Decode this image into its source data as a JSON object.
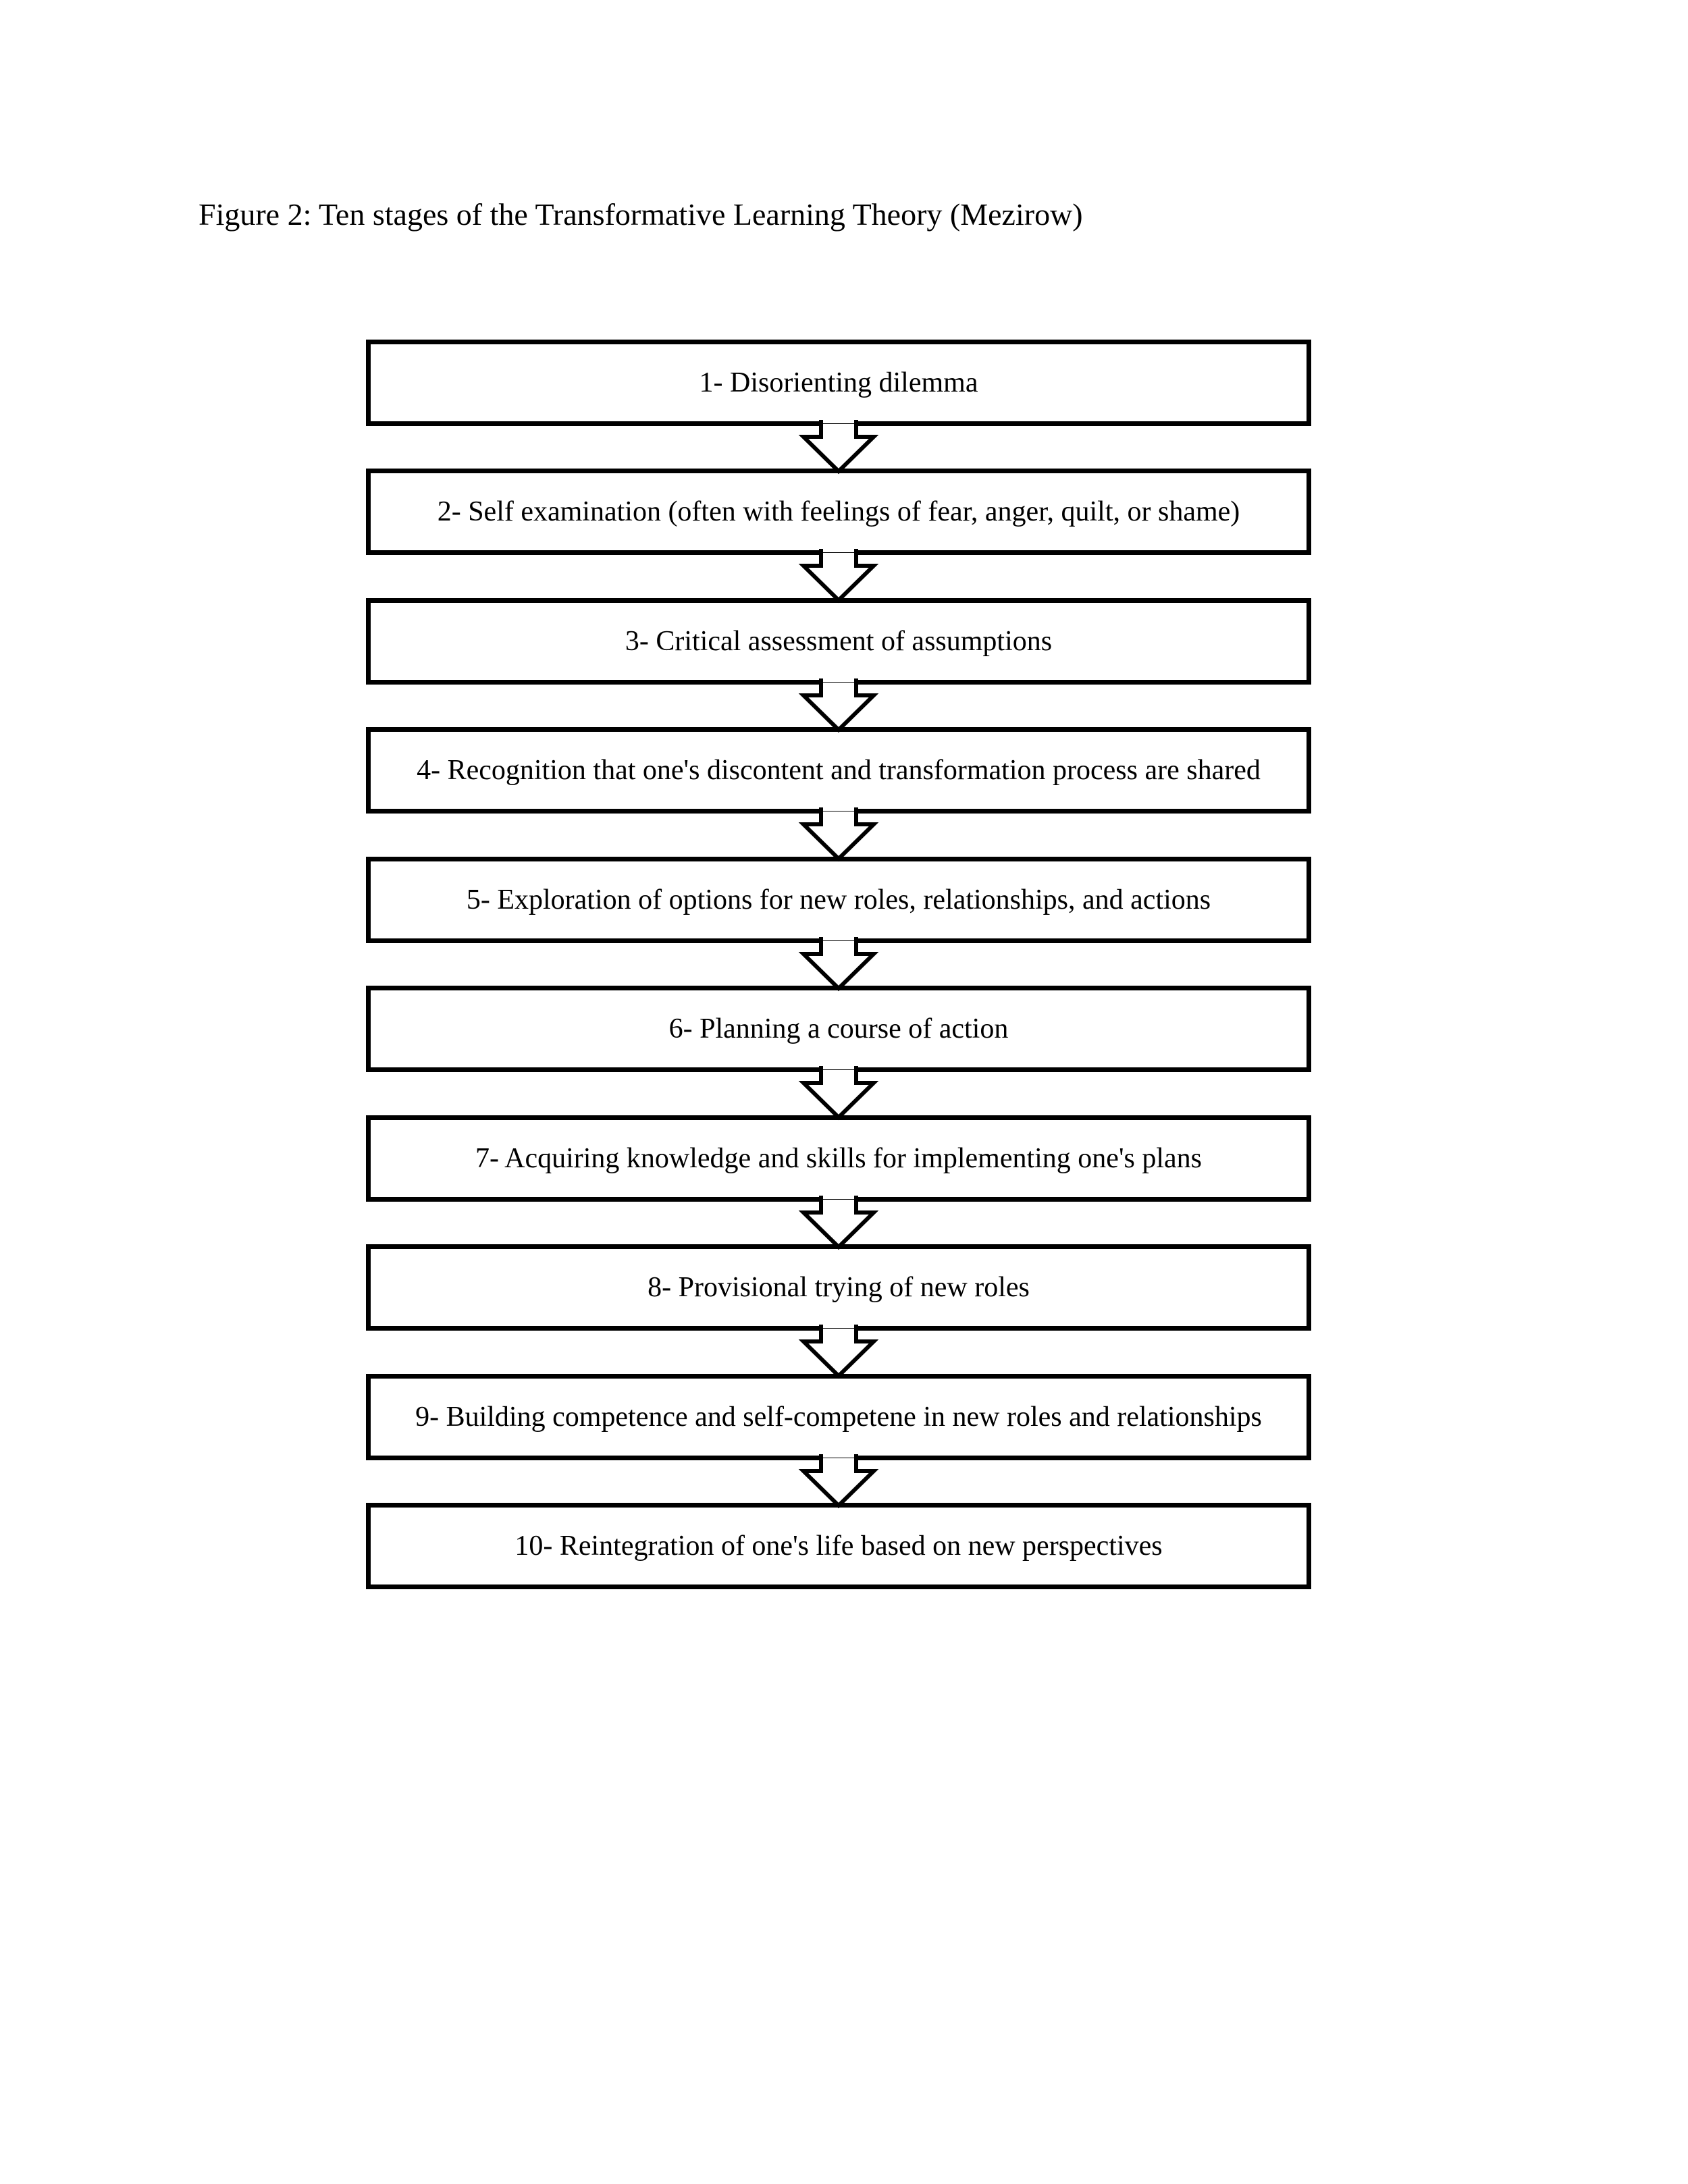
{
  "figure": {
    "caption": "Figure 2: Ten stages of the Transformative Learning Theory (Mezirow)",
    "stages": [
      {
        "number": 1,
        "label": "1- Disorienting dilemma"
      },
      {
        "number": 2,
        "label": "2- Self examination (often with feelings of fear, anger, quilt, or shame)"
      },
      {
        "number": 3,
        "label": "3- Critical assessment of assumptions"
      },
      {
        "number": 4,
        "label": "4- Recognition that one's discontent and transformation process are shared"
      },
      {
        "number": 5,
        "label": "5- Exploration of options for new roles, relationships, and actions"
      },
      {
        "number": 6,
        "label": "6- Planning a course of action"
      },
      {
        "number": 7,
        "label": "7- Acquiring knowledge and skills for implementing one's plans"
      },
      {
        "number": 8,
        "label": "8- Provisional trying of new roles"
      },
      {
        "number": 9,
        "label": "9- Building competence and self-competene in new roles and relationships"
      },
      {
        "number": 10,
        "label": "10- Reintegration of one's life based on new perspectives"
      }
    ],
    "connector": "down-block-arrow",
    "colors": {
      "stroke": "#000000",
      "fill": "#ffffff",
      "text": "#000000"
    }
  }
}
